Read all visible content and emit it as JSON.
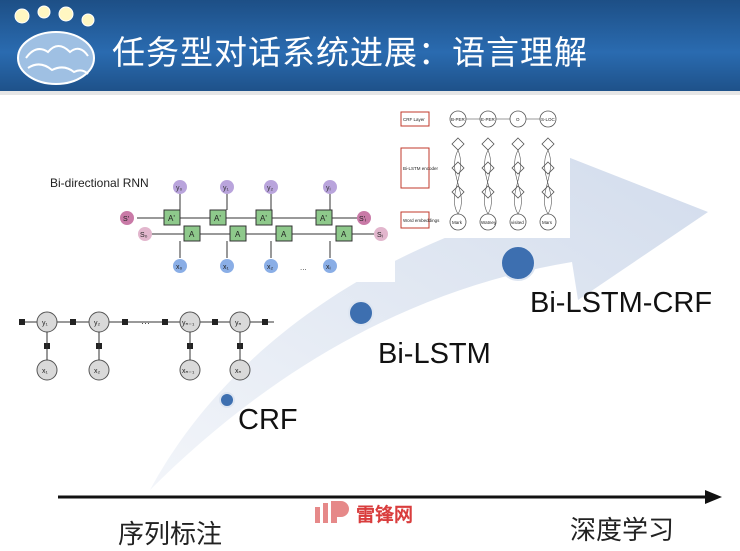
{
  "slide": {
    "title": "任务型对话系统进展：语言理解"
  },
  "stages": [
    {
      "label": "CRF"
    },
    {
      "label": "Bi-LSTM"
    },
    {
      "label": "Bi-LSTM-CRF"
    }
  ],
  "axis": {
    "left_label": "序列标注",
    "right_label": "深度学习"
  },
  "rnn_panel": {
    "title": "Bi-directional RNN",
    "y_labels": [
      "y₀",
      "y₁",
      "y₂",
      "yᵢ"
    ],
    "x_labels": [
      "x₀",
      "x₁",
      "x₂",
      "xᵢ"
    ],
    "cell_forward": "A",
    "cell_backward": "A'",
    "state_left": "S'",
    "state_start": "S₀",
    "state_right": "S'ᵢ",
    "state_end": "Sᵢ",
    "ellipsis": "..."
  },
  "crf_panel": {
    "y_labels": [
      "y₁",
      "y₂",
      "yₙ₋₁",
      "yₙ"
    ],
    "x_labels": [
      "x₁",
      "x₂",
      "xₙ₋₁",
      "xₙ"
    ]
  },
  "bilstm_crf_panel": {
    "side_labels": [
      "CRF Layer",
      "Bi-LSTM encoder",
      "Word embeddings"
    ],
    "tags": [
      "B-PER",
      "E-PER",
      "O",
      "S-LOC"
    ],
    "words": [
      "Mark",
      "Watney",
      "visited",
      "Mars"
    ]
  },
  "watermark": {
    "text": "雷锋网"
  },
  "colors": {
    "header": "#2a6bb0",
    "arrow": "#dfe6f1",
    "dot": "#3d6fb0"
  }
}
